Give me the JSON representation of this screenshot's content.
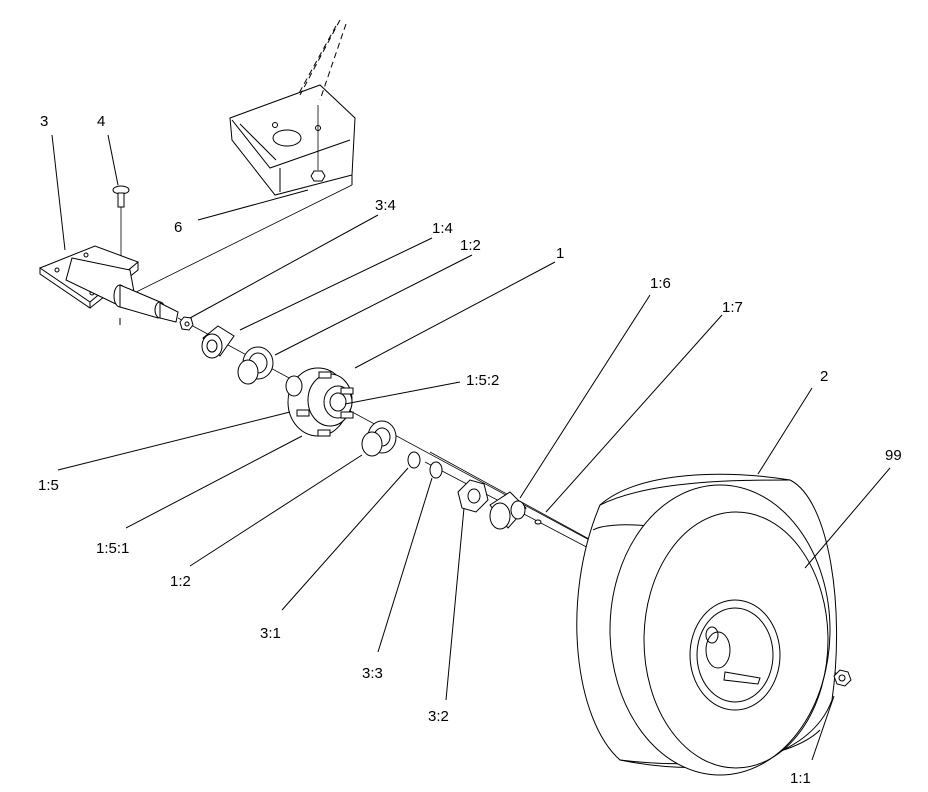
{
  "diagram": {
    "callouts": [
      {
        "id": "c-3",
        "text": "3"
      },
      {
        "id": "c-4",
        "text": "4"
      },
      {
        "id": "c-6",
        "text": "6"
      },
      {
        "id": "c-3-4",
        "text": "3:4"
      },
      {
        "id": "c-1-4",
        "text": "1:4"
      },
      {
        "id": "c-1-2a",
        "text": "1:2"
      },
      {
        "id": "c-1",
        "text": "1"
      },
      {
        "id": "c-1-6",
        "text": "1:6"
      },
      {
        "id": "c-1-7",
        "text": "1:7"
      },
      {
        "id": "c-2",
        "text": "2"
      },
      {
        "id": "c-99",
        "text": "99"
      },
      {
        "id": "c-1-5-2",
        "text": "1:5:2"
      },
      {
        "id": "c-1-5",
        "text": "1:5"
      },
      {
        "id": "c-1-5-1",
        "text": "1:5:1"
      },
      {
        "id": "c-1-2b",
        "text": "1:2"
      },
      {
        "id": "c-3-1",
        "text": "3:1"
      },
      {
        "id": "c-3-3",
        "text": "3:3"
      },
      {
        "id": "c-3-2",
        "text": "3:2"
      },
      {
        "id": "c-1-1",
        "text": "1:1"
      }
    ]
  }
}
